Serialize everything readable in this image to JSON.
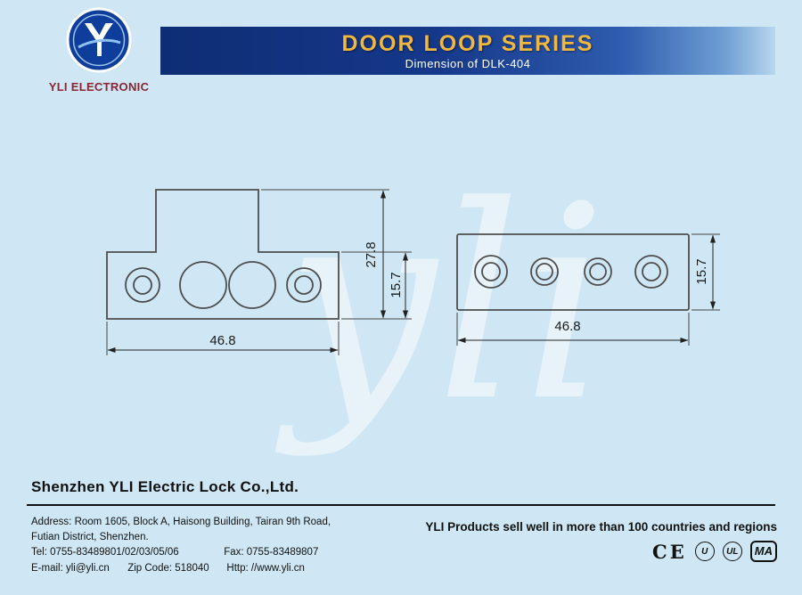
{
  "colors": {
    "background": "#cfe7f4",
    "banner_blue": "#15388a",
    "title_gold": "#f0b840",
    "brand_red": "#8b2332"
  },
  "header": {
    "brand": "YLI ELECTRONIC",
    "title": "DOOR LOOP SERIES",
    "subtitle": "Dimension of DLK-404"
  },
  "drawing": {
    "watermark": "yli",
    "front_view": {
      "dim_total_height": "27.8",
      "dim_body_height": "15.7",
      "dim_width": "46.8"
    },
    "side_view": {
      "dim_height": "15.7",
      "dim_width": "46.8"
    }
  },
  "footer": {
    "company": "Shenzhen YLI Electric Lock Co.,Ltd.",
    "address_line1": "Address: Room 1605, Block A, Haisong Building, Tairan 9th Road,",
    "address_line2": "Futian District, Shenzhen.",
    "tel": "Tel: 0755-83489801/02/03/05/06",
    "fax": "Fax: 0755-83489807",
    "email": "E-mail: yli@yli.cn",
    "zip": "Zip Code: 518040",
    "http": "Http: //www.yli.cn",
    "slogan": "YLI Products sell well in more than 100 countries and regions",
    "certs": [
      {
        "id": "ce",
        "label": "CE"
      },
      {
        "id": "circle-u",
        "label": "U"
      },
      {
        "id": "circle-ul",
        "label": "UL"
      },
      {
        "id": "box-ma",
        "label": "MA"
      }
    ]
  }
}
